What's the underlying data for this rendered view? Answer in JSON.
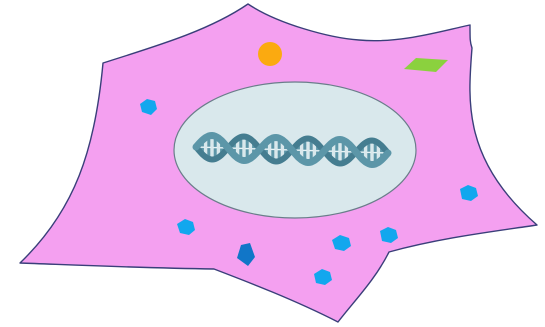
{
  "diagram": {
    "subject": "cell",
    "colors": {
      "background": "#ffffff",
      "cytoplasm": "#f4a0f0",
      "membrane": "#3a3f7a",
      "nucleus_fill": "#d9e8ec",
      "nucleus_stroke": "#6a7d8a",
      "dna_strand": "#5c96a8",
      "dna_strand_dark": "#457d90",
      "dna_rung": "#e7f3f6",
      "vesicle": "#12a7ee",
      "vesicle_dark": "#1176c8",
      "round_organelle": "#fbaa10",
      "diamond_organelle": "#8bd13e"
    },
    "organelle_counts": {
      "light_blue_hexagons": 6,
      "dark_blue_pentagon": 1,
      "orange_circle": 1,
      "green_diamond": 1
    },
    "dna_turns": 3
  }
}
